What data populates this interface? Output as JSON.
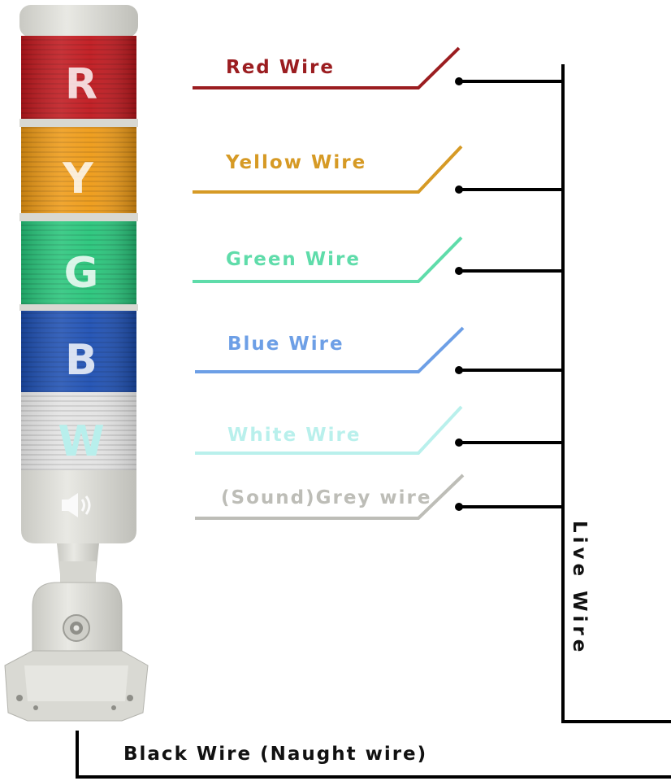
{
  "tower": {
    "tiers": [
      {
        "letter": "R",
        "color": "#c0171d"
      },
      {
        "letter": "Y",
        "color": "#ee9a15"
      },
      {
        "letter": "G",
        "color": "#27c57a"
      },
      {
        "letter": "B",
        "color": "#1d4fb3"
      },
      {
        "letter": "W",
        "color": "#e4e4e4"
      }
    ],
    "buzzer_icon": "speaker-icon",
    "housing_color": "#dcdcd6"
  },
  "wires": [
    {
      "label": "Red Wire",
      "color": "#9b1d20"
    },
    {
      "label": "Yellow Wire",
      "color": "#d69a25"
    },
    {
      "label": "Green Wire",
      "color": "#5fdcaa"
    },
    {
      "label": "Blue Wire",
      "color": "#6d9fe6"
    },
    {
      "label": "White Wire",
      "color": "#b9f0ec"
    },
    {
      "label": "(Sound)Grey wire",
      "color": "#bdbdb7"
    }
  ],
  "live_wire": {
    "label": "Live Wire",
    "color": "#000000"
  },
  "neutral_wire": {
    "label": "Black Wire (Naught wire)",
    "color": "#000000"
  }
}
